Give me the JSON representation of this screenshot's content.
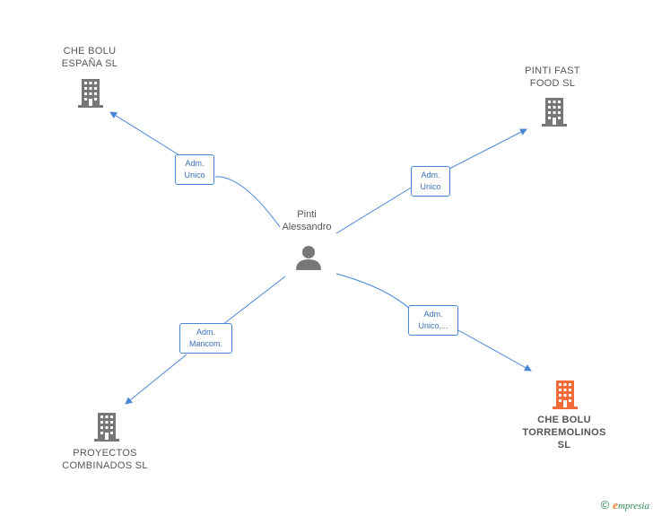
{
  "person": {
    "label": "Pinti\nAlessandro",
    "icon": "person-icon"
  },
  "companies": [
    {
      "id": "che-bolu-espana",
      "label": "CHE BOLU\nESPAÑA  SL",
      "icon": "building-icon",
      "color": "#777777"
    },
    {
      "id": "pinti-fast-food",
      "label": "PINTI FAST\nFOOD  SL",
      "icon": "building-icon",
      "color": "#777777"
    },
    {
      "id": "proyectos-combinados",
      "label": "PROYECTOS\nCOMBINADOS SL",
      "icon": "building-icon",
      "color": "#777777"
    },
    {
      "id": "che-bolu-torremolinos",
      "label": "CHE BOLU\nTORREMOLINOS\nSL",
      "icon": "building-icon",
      "color": "#f26b38"
    }
  ],
  "relations": [
    {
      "label": "Adm.\nUnico"
    },
    {
      "label": "Adm.\nUnico"
    },
    {
      "label": "Adm.\nMancom."
    },
    {
      "label": "Adm.\nUnico,..."
    }
  ],
  "footer": {
    "copyright": "©",
    "brand_first": "e",
    "brand_rest": "mpresia"
  },
  "colors": {
    "edge": "#4a86d4",
    "building": "#777777",
    "highlight": "#f26b38",
    "person": "#777777"
  }
}
